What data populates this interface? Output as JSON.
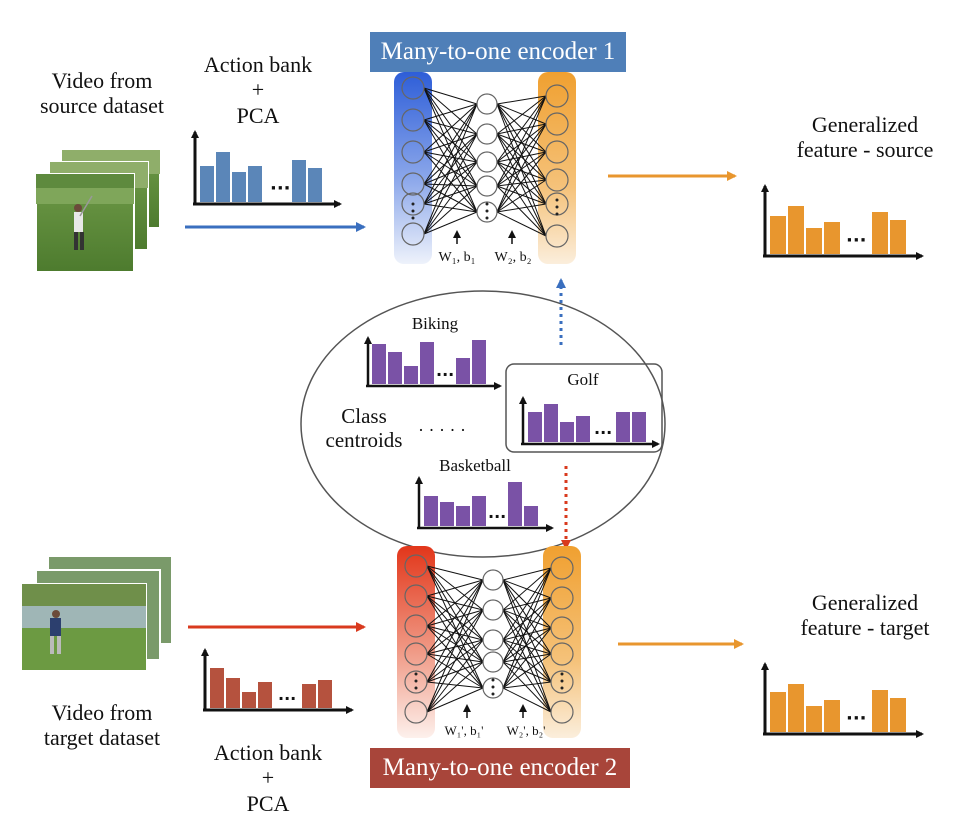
{
  "labels": {
    "video_source": "Video from\nsource dataset",
    "action_bank_top": "Action bank\n+\nPCA",
    "encoder1": "Many-to-one encoder 1",
    "gen_source": "Generalized\nfeature - source",
    "biking": "Biking",
    "golf": "Golf",
    "basketball": "Basketball",
    "class_centroids": "Class\ncentroids",
    "dots": "· · · · ·",
    "video_target": "Video from\ntarget dataset",
    "action_bank_bottom": "Action bank\n+\nPCA",
    "encoder2": "Many-to-one encoder 2",
    "gen_target": "Generalized\nfeature - target",
    "w1b1": "W₁, b₁",
    "w2b2": "W₂, b₂",
    "w1b1p": "W₁', b₁'",
    "w2b2p": "W₂', b₂'"
  },
  "colors": {
    "blue": "#3a6fbf",
    "blue_bar": "#5b86b8",
    "orange": "#e8962e",
    "orange_bar": "#e8962e",
    "red": "#d93a1e",
    "red_bar": "#b5523e",
    "purple": "#7a52a6",
    "encoder1_title_bg": "#4f7fb8",
    "encoder2_title_bg": "#a8453a"
  }
}
